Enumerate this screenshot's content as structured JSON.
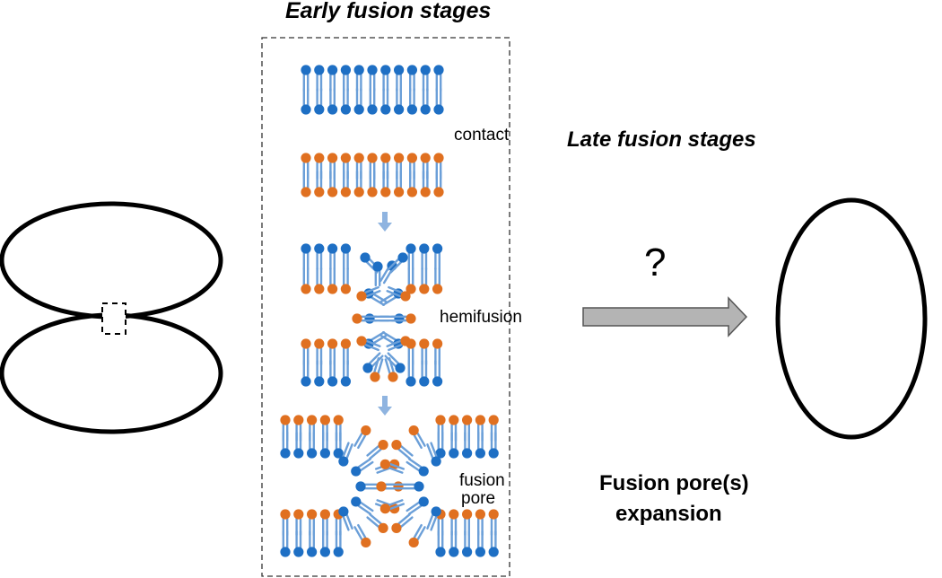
{
  "labels": {
    "early_title": "Early fusion stages",
    "late_title": "Late fusion stages",
    "contact": "contact",
    "hemifusion": "hemifusion",
    "fusion_pore_line1": "fusion",
    "fusion_pore_line2": "pore",
    "question": "?",
    "expansion_line1": "Fusion pore(s)",
    "expansion_line2": "expansion"
  },
  "colors": {
    "lipid_head_blue": "#1e6fc4",
    "lipid_head_orange": "#e07020",
    "lipid_tail": "#6b9fd8",
    "arrow_fill": "#b4b4b4"
  },
  "shapes": {
    "small_arrow": "down-arrow",
    "big_arrow": "right-arrow"
  }
}
